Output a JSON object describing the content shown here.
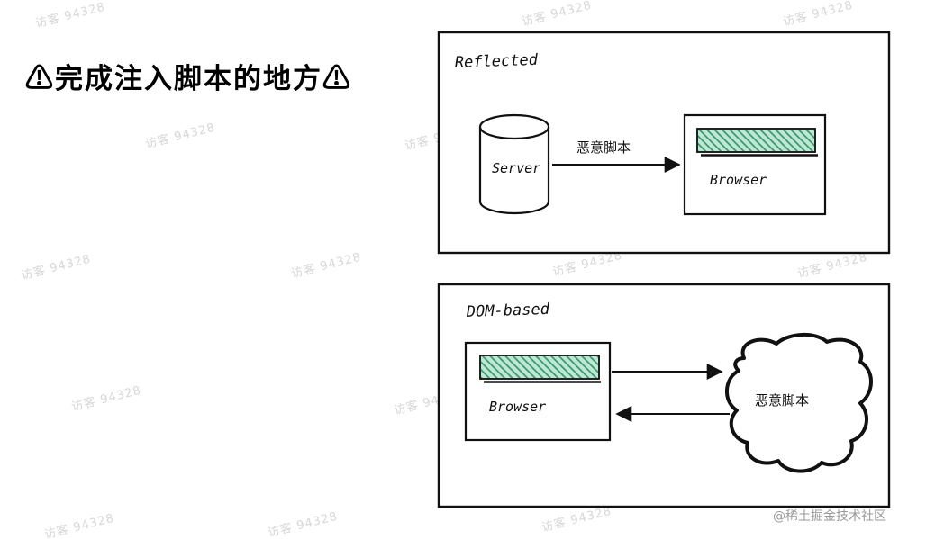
{
  "title": "⚠完成注入脚本的地方⚠",
  "watermark": {
    "text": "访客 94328"
  },
  "footer": {
    "credit": "@稀土掘金技术社区"
  },
  "diagram": {
    "reflected": {
      "panel_label": "Reflected",
      "server_label": "Server",
      "arrow_label": "恶意脚本",
      "browser_label": "Browser"
    },
    "dom_based": {
      "panel_label": "DOM-based",
      "browser_label": "Browser",
      "blob_label": "恶意脚本"
    }
  },
  "colors": {
    "stroke": "#111111",
    "hatch_fill": "#bfe8d2",
    "hatch_line": "#2f8f6a",
    "watermark": "#d7d7d7"
  }
}
